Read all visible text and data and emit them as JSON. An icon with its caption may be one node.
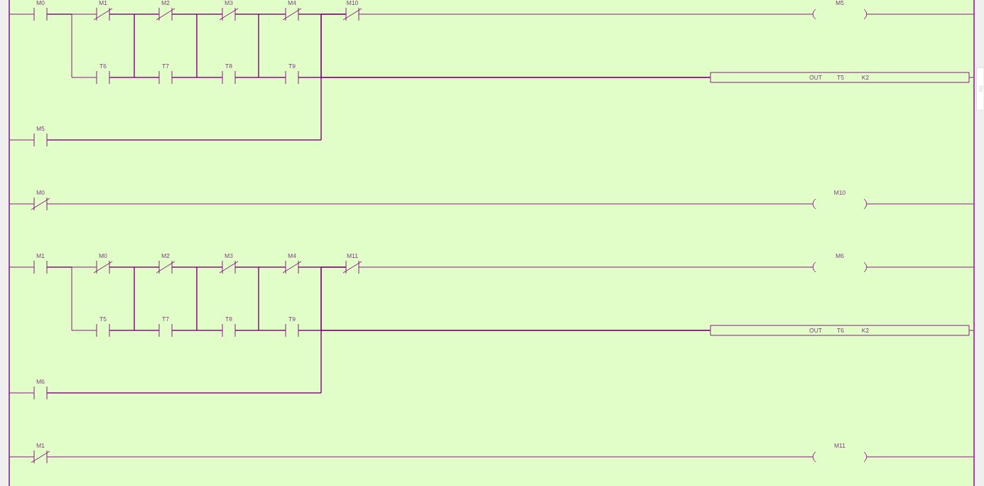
{
  "diagram": {
    "nodes": [
      {
        "text": [],
        "shape": "bar"
      },
      {
        "text": [
          "M0"
        ]
      },
      {
        "text": [
          "M1"
        ]
      },
      {
        "text": [
          "M2"
        ]
      },
      {
        "text": [
          "M3"
        ]
      },
      {
        "text": [
          "M4"
        ]
      },
      {
        "text": [
          "M10"
        ]
      },
      {
        "text": [
          "M5"
        ]
      },
      {
        "text": [
          "T6"
        ]
      },
      {
        "text": [
          "T7"
        ]
      },
      {
        "text": [
          "T8"
        ]
      },
      {
        "text": [
          "T9"
        ]
      },
      {
        "text": [
          "OUT",
          "T5",
          "K2"
        ]
      },
      {
        "text": [
          "M5"
        ]
      },
      {
        "text": [
          "M0"
        ]
      },
      {
        "text": [
          "M10"
        ]
      },
      {
        "text": [
          "M1"
        ]
      },
      {
        "text": [
          "M0"
        ]
      },
      {
        "text": [
          "M2"
        ]
      },
      {
        "text": [
          "M3"
        ]
      },
      {
        "text": [
          "M4"
        ]
      },
      {
        "text": [
          "M11"
        ]
      },
      {
        "text": [
          "M6"
        ]
      },
      {
        "text": [
          "T5"
        ]
      },
      {
        "text": [
          "T7"
        ]
      },
      {
        "text": [
          "T8"
        ]
      },
      {
        "text": [
          "T9"
        ]
      },
      {
        "text": [
          "OUT",
          "T6",
          "K2"
        ]
      },
      {
        "text": [
          "M6"
        ]
      },
      {
        "text": [
          "M1"
        ]
      },
      {
        "text": [
          "M11"
        ]
      },
      {
        "text": [],
        "shape": "bar"
      }
    ],
    "edges": [
      {
        "from": 0,
        "to": 1,
        "arrow": "none"
      },
      {
        "from": 1,
        "to": 2,
        "arrow": "none"
      },
      {
        "from": 1,
        "to": 8,
        "arrow": "none"
      },
      {
        "from": 2,
        "to": 3,
        "arrow": "none"
      },
      {
        "from": 2,
        "to": 9,
        "arrow": "none"
      },
      {
        "from": 8,
        "to": 3,
        "arrow": "none"
      },
      {
        "from": 8,
        "to": 9,
        "arrow": "none"
      },
      {
        "from": 3,
        "to": 4,
        "arrow": "none"
      },
      {
        "from": 3,
        "to": 10,
        "arrow": "none"
      },
      {
        "from": 9,
        "to": 4,
        "arrow": "none"
      },
      {
        "from": 9,
        "to": 10,
        "arrow": "none"
      },
      {
        "from": 4,
        "to": 5,
        "arrow": "none"
      },
      {
        "from": 4,
        "to": 11,
        "arrow": "none"
      },
      {
        "from": 10,
        "to": 5,
        "arrow": "none"
      },
      {
        "from": 10,
        "to": 11,
        "arrow": "none"
      },
      {
        "from": 5,
        "to": 6,
        "arrow": "none"
      },
      {
        "from": 5,
        "to": 12,
        "arrow": "none"
      },
      {
        "from": 11,
        "to": 6,
        "arrow": "none"
      },
      {
        "from": 11,
        "to": 12,
        "arrow": "none"
      },
      {
        "from": 0,
        "to": 13,
        "arrow": "none"
      },
      {
        "from": 13,
        "to": 6,
        "arrow": "none"
      },
      {
        "from": 13,
        "to": 12,
        "arrow": "none"
      },
      {
        "from": 6,
        "to": 7,
        "arrow": "none"
      },
      {
        "from": 7,
        "to": 31,
        "arrow": "none"
      },
      {
        "from": 12,
        "to": 31,
        "arrow": "none"
      },
      {
        "from": 0,
        "to": 14,
        "arrow": "none"
      },
      {
        "from": 14,
        "to": 15,
        "arrow": "none"
      },
      {
        "from": 15,
        "to": 31,
        "arrow": "none"
      },
      {
        "from": 0,
        "to": 16,
        "arrow": "none"
      },
      {
        "from": 16,
        "to": 17,
        "arrow": "none"
      },
      {
        "from": 16,
        "to": 23,
        "arrow": "none"
      },
      {
        "from": 17,
        "to": 18,
        "arrow": "none"
      },
      {
        "from": 17,
        "to": 24,
        "arrow": "none"
      },
      {
        "from": 23,
        "to": 18,
        "arrow": "none"
      },
      {
        "from": 23,
        "to": 24,
        "arrow": "none"
      },
      {
        "from": 18,
        "to": 19,
        "arrow": "none"
      },
      {
        "from": 18,
        "to": 25,
        "arrow": "none"
      },
      {
        "from": 24,
        "to": 19,
        "arrow": "none"
      },
      {
        "from": 24,
        "to": 25,
        "arrow": "none"
      },
      {
        "from": 19,
        "to": 20,
        "arrow": "none"
      },
      {
        "from": 19,
        "to": 26,
        "arrow": "none"
      },
      {
        "from": 25,
        "to": 20,
        "arrow": "none"
      },
      {
        "from": 25,
        "to": 26,
        "arrow": "none"
      },
      {
        "from": 20,
        "to": 21,
        "arrow": "none"
      },
      {
        "from": 20,
        "to": 27,
        "arrow": "none"
      },
      {
        "from": 26,
        "to": 21,
        "arrow": "none"
      },
      {
        "from": 26,
        "to": 27,
        "arrow": "none"
      },
      {
        "from": 0,
        "to": 28,
        "arrow": "none"
      },
      {
        "from": 28,
        "to": 21,
        "arrow": "none"
      },
      {
        "from": 28,
        "to": 27,
        "arrow": "none"
      },
      {
        "from": 21,
        "to": 22,
        "arrow": "none"
      },
      {
        "from": 22,
        "to": 31,
        "arrow": "none"
      },
      {
        "from": 27,
        "to": 31,
        "arrow": "none"
      },
      {
        "from": 0,
        "to": 29,
        "arrow": "none"
      },
      {
        "from": 29,
        "to": 30,
        "arrow": "none"
      },
      {
        "from": 30,
        "to": 31,
        "arrow": "none"
      }
    ]
  }
}
